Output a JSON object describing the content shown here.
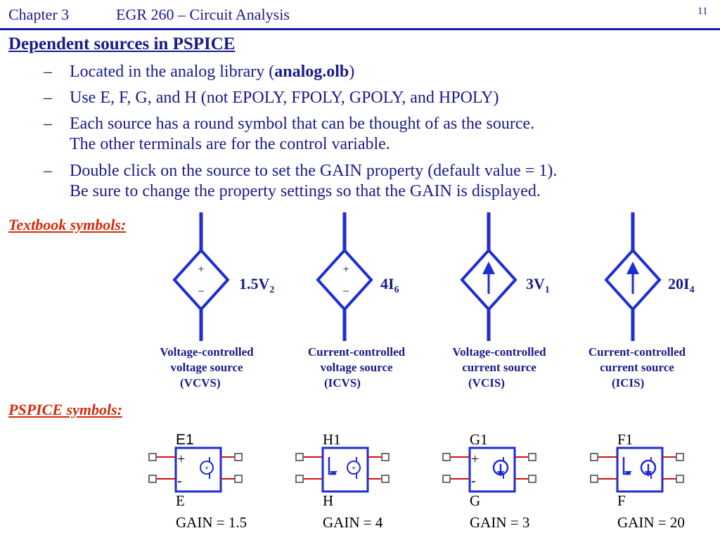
{
  "header": {
    "chapter": "Chapter 3",
    "course": "EGR 260 – Circuit Analysis",
    "page_number": "11"
  },
  "section_title": "Dependent sources in PSPICE",
  "bullets": [
    {
      "dash": "–",
      "line1_prefix": "Located in the analog library (",
      "line1_bold": "analog.olb",
      "line1_suffix": ")"
    },
    {
      "dash": "–",
      "line1": "Use E, F, G, and H  (not EPOLY, FPOLY, GPOLY, and HPOLY)"
    },
    {
      "dash": "–",
      "line1": "Each source has a round symbol that can be thought of as the source.",
      "line2": "The other terminals are for the control variable."
    },
    {
      "dash": "–",
      "line1": "Double click on the source to set the GAIN property (default value = 1).",
      "line2": "Be sure to change the property settings so that the GAIN is displayed."
    }
  ],
  "textbook_label": "Textbook symbols:",
  "pspice_label": "PSPICE symbols:",
  "textbook_sources": [
    {
      "polarity_plus": "+",
      "polarity_minus": "–",
      "gain_main": "1.5V",
      "gain_sub": "2",
      "caption_line1": "Voltage-controlled",
      "caption_line2": "voltage source",
      "caption_line3": "(VCVS)"
    },
    {
      "polarity_plus": "+",
      "polarity_minus": "–",
      "gain_main": "4I",
      "gain_sub": "6",
      "caption_line1": "Current-controlled",
      "caption_line2": "voltage source",
      "caption_line3": "(ICVS)"
    },
    {
      "gain_main": "3V",
      "gain_sub": "1",
      "caption_line1": "Voltage-controlled",
      "caption_line2": "current source",
      "caption_line3": "(VCIS)"
    },
    {
      "gain_main": "20I",
      "gain_sub": "4",
      "caption_line1": "Current-controlled",
      "caption_line2": "current source",
      "caption_line3": "(ICIS)"
    }
  ],
  "pspice_sources": [
    {
      "ref": "E1",
      "value": "E",
      "gain": "GAIN = 1.5",
      "plus": "+",
      "minus": "-",
      "inner": "+"
    },
    {
      "ref": "H1",
      "value": "H",
      "gain": "GAIN = 4",
      "inner": "+"
    },
    {
      "ref": "G1",
      "value": "G",
      "gain": "GAIN = 3",
      "plus": "+",
      "minus": "-"
    },
    {
      "ref": "F1",
      "value": "F",
      "gain": "GAIN = 20"
    }
  ],
  "colors": {
    "text_blue": "#1a1a8c",
    "wire_blue": "#1f2bd6",
    "label_red": "#d42b0a",
    "pin_red": "#cc1111",
    "pin_gray": "#6e6e6e"
  }
}
